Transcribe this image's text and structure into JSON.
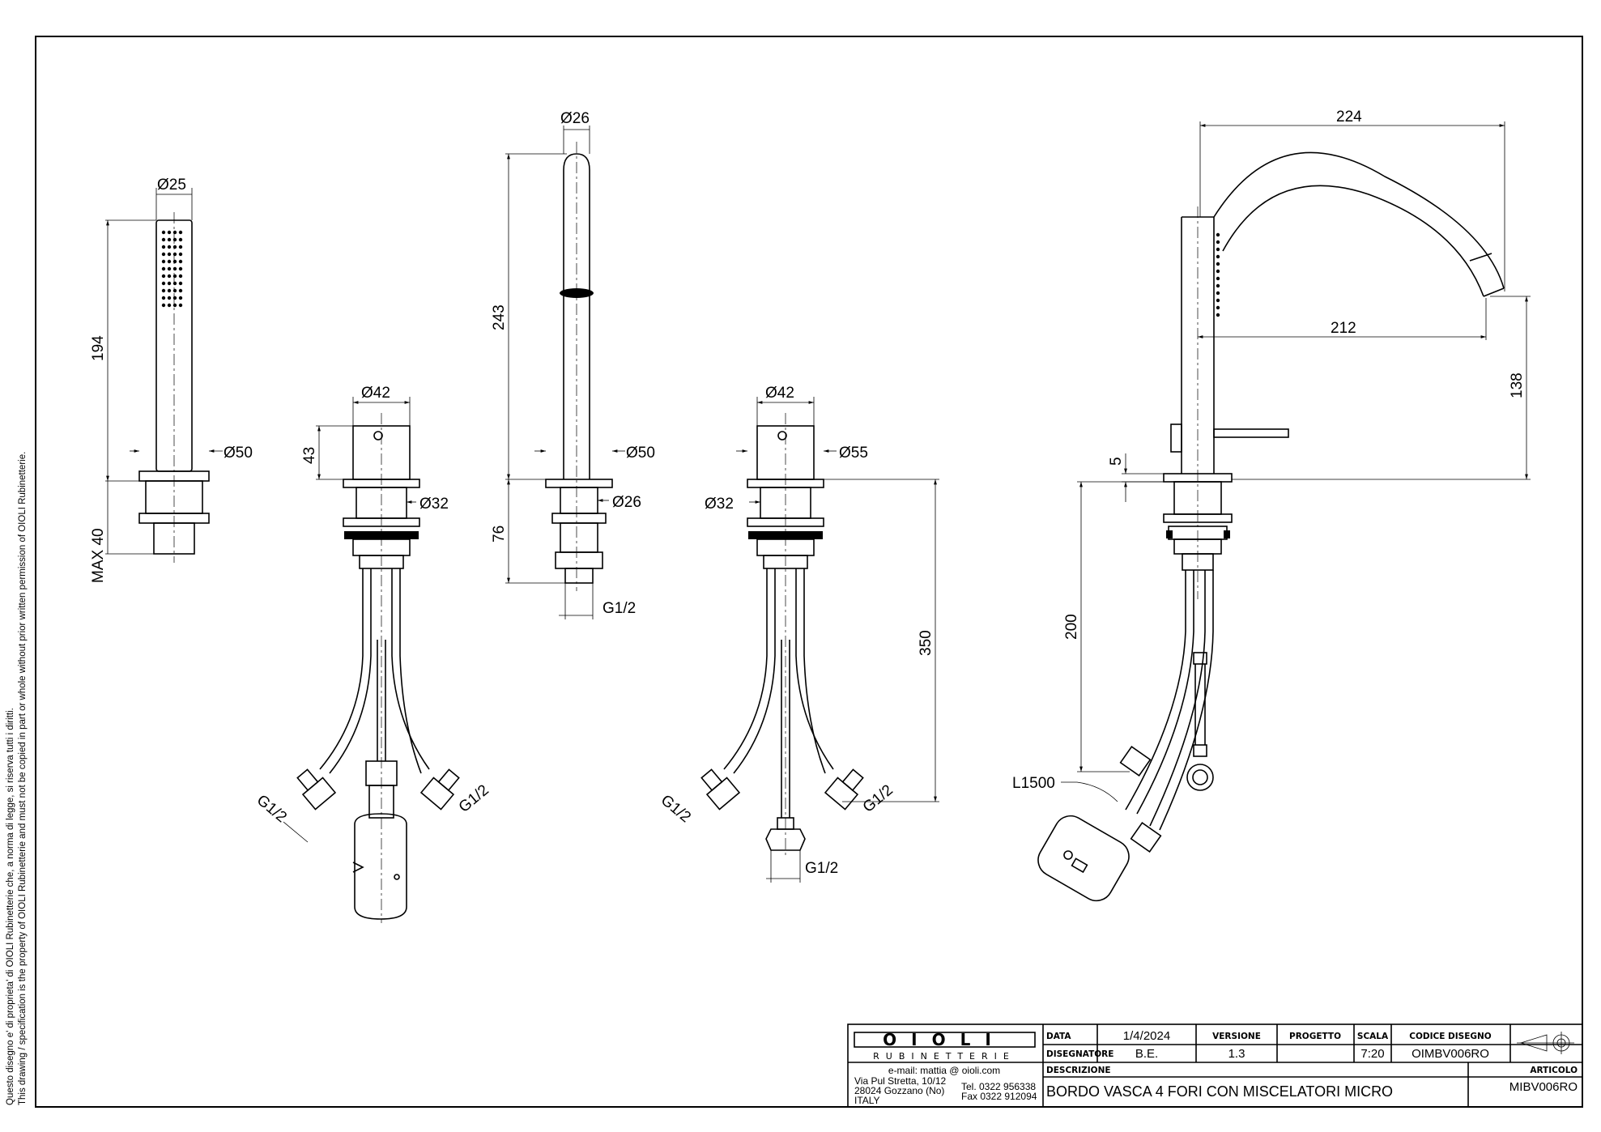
{
  "side_notice": {
    "line1": "Questo disegno e' di proprieta' di OIOLI Rubinetterie che, a norma di legge, si riserva tutti i diritti.",
    "line2": "This drawing / specification is the property of OIOLI Rubinetterie and must not be copied in part or whole without prior written permission of OIOLI Rubinetterie."
  },
  "views": {
    "hand_shower": {
      "d_top": "25",
      "d_base": "50",
      "height": "194",
      "max": "MAX 40"
    },
    "mixer_left": {
      "d_top": "42",
      "d_body": "32",
      "height": "43",
      "conn_left": "G1/2",
      "conn_right": "G1/2"
    },
    "diverter": {
      "d_top": "26",
      "d_base": "50",
      "d_body": "26",
      "height": "243",
      "lower": "76",
      "thread": "G1/2"
    },
    "mixer_right": {
      "d_top": "42",
      "d_base": "55",
      "d_body": "32",
      "length": "350",
      "conn_left": "G1/2",
      "conn_right": "G1/2",
      "conn_bottom": "G1/2"
    },
    "spout": {
      "reach": "224",
      "outlet": "212",
      "height": "138",
      "flange": "5",
      "depth": "200",
      "hose": "L1500"
    }
  },
  "title_block": {
    "logo": "OIOLI",
    "logo_sub": "RUBINETTERIE",
    "email": "e-mail: mattia @ oioli.com",
    "address1": "Via Pul Stretta, 10/12",
    "address2": "28024 Gozzano (No)",
    "address3": "ITALY",
    "tel": "Tel. 0322 956338",
    "fax": "Fax 0322 912094",
    "labels": {
      "data": "DATA",
      "disegnatore": "DISEGNATORE",
      "versione": "VERSIONE",
      "progetto": "PROGETTO",
      "scala": "SCALA",
      "codice": "CODICE DISEGNO",
      "descrizione": "DESCRIZIONE",
      "articolo": "ARTICOLO"
    },
    "values": {
      "data": "1/4/2024",
      "disegnatore": "B.E.",
      "versione": "1.3",
      "progetto": "",
      "scala": "7:20",
      "codice": "OIMBV006RO",
      "descrizione": "BORDO VASCA 4 FORI CON MISCELATORI MICRO",
      "articolo": "MIBV006RO"
    }
  }
}
